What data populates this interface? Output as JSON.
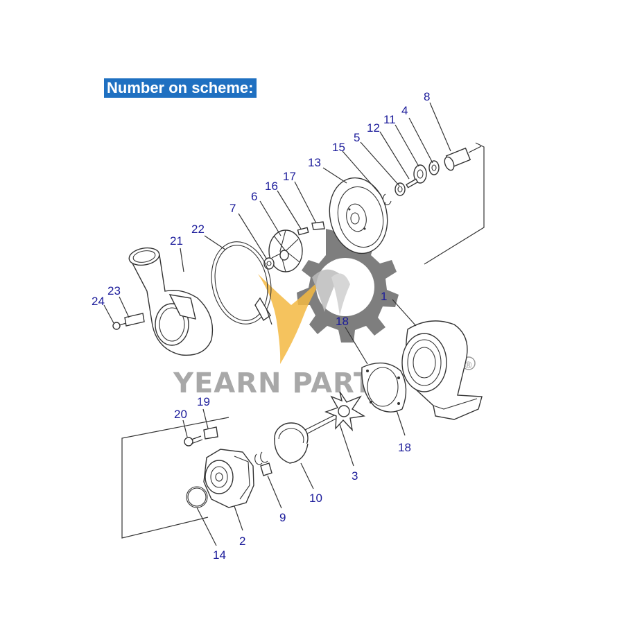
{
  "header": {
    "title": "Number on scheme:"
  },
  "watermark": {
    "brand": "YEARN PARTS",
    "registered": "®",
    "gear_color": "#666666",
    "accent_color": "#f4b942"
  },
  "callouts": [
    "1",
    "2",
    "3",
    "4",
    "5",
    "6",
    "7",
    "8",
    "9",
    "10",
    "11",
    "12",
    "13",
    "14",
    "15",
    "16",
    "17",
    "18",
    "18",
    "19",
    "20",
    "21",
    "22",
    "23",
    "24"
  ],
  "colors": {
    "header_bg": "#1f70c1",
    "callout_text": "#1a1a9a",
    "line": "#333333"
  }
}
